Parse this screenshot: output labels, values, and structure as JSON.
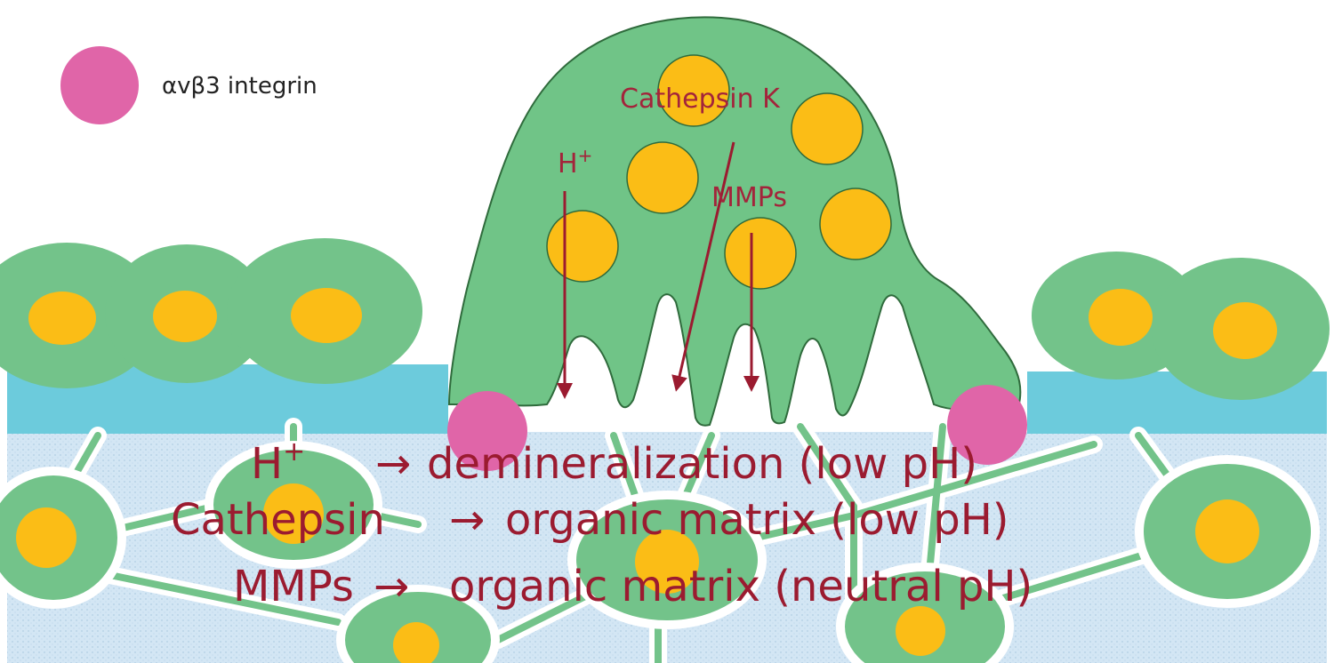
{
  "legend": {
    "label": "αvβ3 integrin",
    "swatch_color": "#e065a8"
  },
  "osteoclast": {
    "labels": {
      "cathepsin": "Cathepsin K",
      "hplus": "H",
      "hplus_sup": "+",
      "mmps": "MMPs"
    }
  },
  "equations": [
    {
      "subject": "H",
      "subject_sup": "+",
      "arrow": "→",
      "effect": "demineralization (low pH)"
    },
    {
      "subject": "Cathepsin",
      "arrow": "→",
      "effect": "organic matrix (low pH)"
    },
    {
      "subject": "MMPs",
      "arrow": "→",
      "effect": "organic matrix (neutral pH)"
    }
  ],
  "colors": {
    "cell_green": "#70c487",
    "cell_outline": "#2f6b3c",
    "granule_yellow": "#fbbd16",
    "bone_lining_cyan": "#6ccbdc",
    "bone_matrix": "#cfe3f2",
    "arrow_maroon": "#9b1b30",
    "integrin_pink": "#e065a8"
  }
}
